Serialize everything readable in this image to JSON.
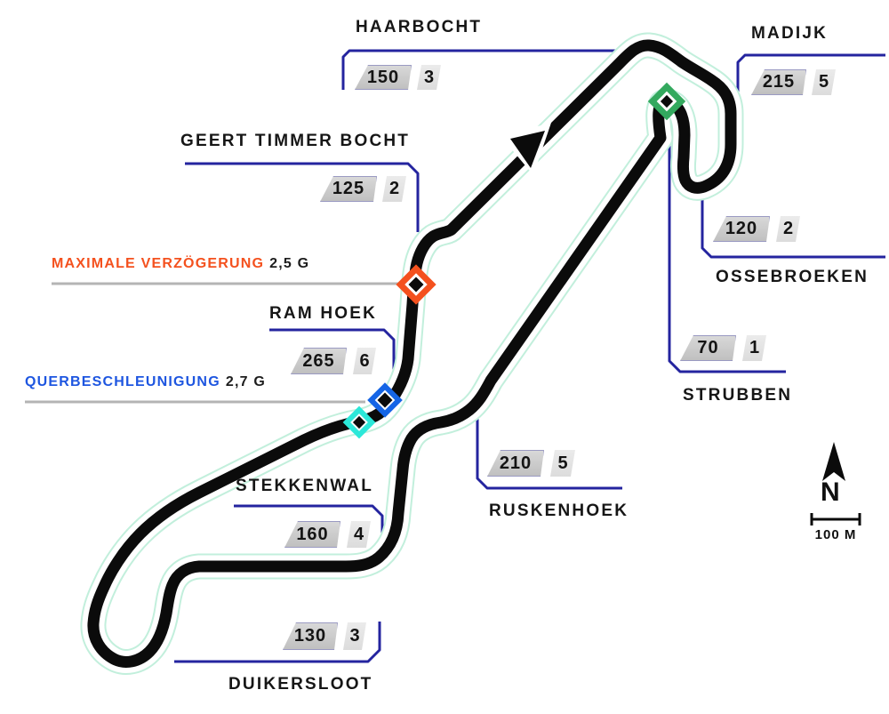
{
  "corners": [
    {
      "id": "haarbocht",
      "name": "HAARBOCHT",
      "speed": "150",
      "gear": "3"
    },
    {
      "id": "geert-timmer-bocht",
      "name": "GEERT TIMMER BOCHT",
      "speed": "125",
      "gear": "2"
    },
    {
      "id": "madijk",
      "name": "MADIJK",
      "speed": "215",
      "gear": "5"
    },
    {
      "id": "ossebroeken",
      "name": "OSSEBROEKEN",
      "speed": "120",
      "gear": "2"
    },
    {
      "id": "strubben",
      "name": "STRUBBEN",
      "speed": "70",
      "gear": "1"
    },
    {
      "id": "ruskenhoek",
      "name": "RUSKENHOEK",
      "speed": "210",
      "gear": "5"
    },
    {
      "id": "stekkenwal",
      "name": "STEKKENWAL",
      "speed": "160",
      "gear": "4"
    },
    {
      "id": "duikersloot",
      "name": "DUIKERSLOOT",
      "speed": "130",
      "gear": "3"
    },
    {
      "id": "ram-hoek",
      "name": "RAM HOEK",
      "speed": "265",
      "gear": "6"
    }
  ],
  "metrics": [
    {
      "id": "max-deceleration",
      "label": "MAXIMALE VERZÖGERUNG",
      "value": "2,5 G",
      "color": "#F4511E"
    },
    {
      "id": "lateral-acceleration",
      "label": "QUERBESCHLEUNIGUNG",
      "value": "2,7 G",
      "color": "#1E56E0"
    }
  ],
  "markers": [
    {
      "id": "max-deceleration-marker",
      "color": "#F4511E"
    },
    {
      "id": "lateral-acceleration-marker",
      "color": "#1565E6"
    },
    {
      "id": "ram-hoek-marker",
      "color": "#2BE8D9"
    },
    {
      "id": "strubben-marker",
      "color": "#33A95E"
    }
  ],
  "track_colors": {
    "asphalt": "#0b0b0b",
    "casing": "#ffffff",
    "glow": "#c2efdc",
    "leader_line": "#24249f",
    "underline": "#b4b4b4"
  },
  "compass": {
    "north_label": "N",
    "scale_label": "100 M"
  }
}
